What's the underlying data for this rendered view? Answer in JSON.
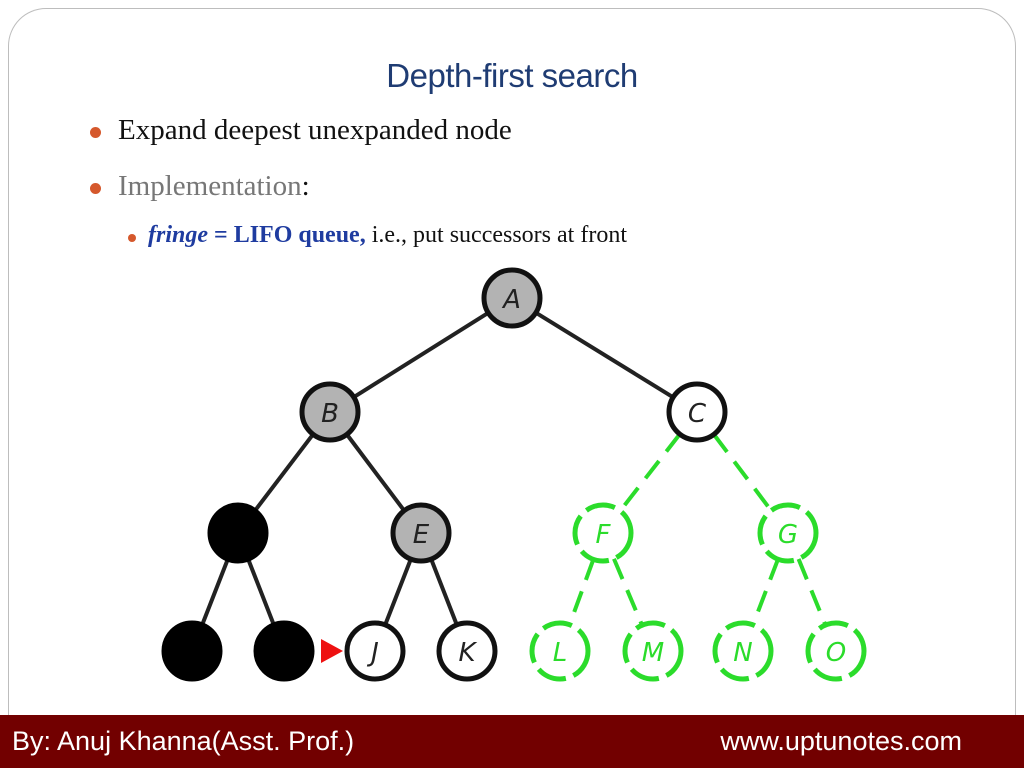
{
  "slide": {
    "title": "Depth-first search",
    "bullets": [
      {
        "text": "Expand deepest unexpanded node"
      },
      {
        "text": "Implementation",
        "suffix": ":"
      }
    ],
    "sub_bullet": {
      "term": "fringe",
      "equals": " = ",
      "value": "LIFO queue,",
      "rest": " i.e., put successors at front"
    }
  },
  "tree": {
    "colors": {
      "visited": "#b3b3b3",
      "expanded": "#000000",
      "fringe": "#ffffff",
      "unexplored": "#2bdc2b",
      "pointer": "#ee1111"
    },
    "nodes": [
      {
        "id": "A",
        "label": "A",
        "state": "visited"
      },
      {
        "id": "B",
        "label": "B",
        "state": "visited"
      },
      {
        "id": "C",
        "label": "C",
        "state": "fringe"
      },
      {
        "id": "D",
        "label": "",
        "state": "expanded"
      },
      {
        "id": "E",
        "label": "E",
        "state": "visited"
      },
      {
        "id": "F",
        "label": "F",
        "state": "unexplored"
      },
      {
        "id": "G",
        "label": "G",
        "state": "unexplored"
      },
      {
        "id": "H",
        "label": "",
        "state": "expanded"
      },
      {
        "id": "I",
        "label": "",
        "state": "expanded"
      },
      {
        "id": "J",
        "label": "J",
        "state": "fringe"
      },
      {
        "id": "K",
        "label": "K",
        "state": "fringe"
      },
      {
        "id": "L",
        "label": "L",
        "state": "unexplored"
      },
      {
        "id": "M",
        "label": "M",
        "state": "unexplored"
      },
      {
        "id": "N",
        "label": "N",
        "state": "unexplored"
      },
      {
        "id": "O",
        "label": "O",
        "state": "unexplored"
      }
    ],
    "edges": [
      {
        "from": "A",
        "to": "B",
        "state": "solid"
      },
      {
        "from": "A",
        "to": "C",
        "state": "solid"
      },
      {
        "from": "B",
        "to": "D",
        "state": "solid"
      },
      {
        "from": "B",
        "to": "E",
        "state": "solid"
      },
      {
        "from": "C",
        "to": "F",
        "state": "dashed"
      },
      {
        "from": "C",
        "to": "G",
        "state": "dashed"
      },
      {
        "from": "D",
        "to": "H",
        "state": "solid"
      },
      {
        "from": "D",
        "to": "I",
        "state": "solid"
      },
      {
        "from": "E",
        "to": "J",
        "state": "solid"
      },
      {
        "from": "E",
        "to": "K",
        "state": "solid"
      },
      {
        "from": "F",
        "to": "L",
        "state": "dashed"
      },
      {
        "from": "F",
        "to": "M",
        "state": "dashed"
      },
      {
        "from": "G",
        "to": "N",
        "state": "dashed"
      },
      {
        "from": "G",
        "to": "O",
        "state": "dashed"
      }
    ],
    "pointer_at": "J"
  },
  "footer": {
    "author": "By: Anuj Khanna(Asst. Prof.)",
    "website": "www.uptunotes.com"
  }
}
